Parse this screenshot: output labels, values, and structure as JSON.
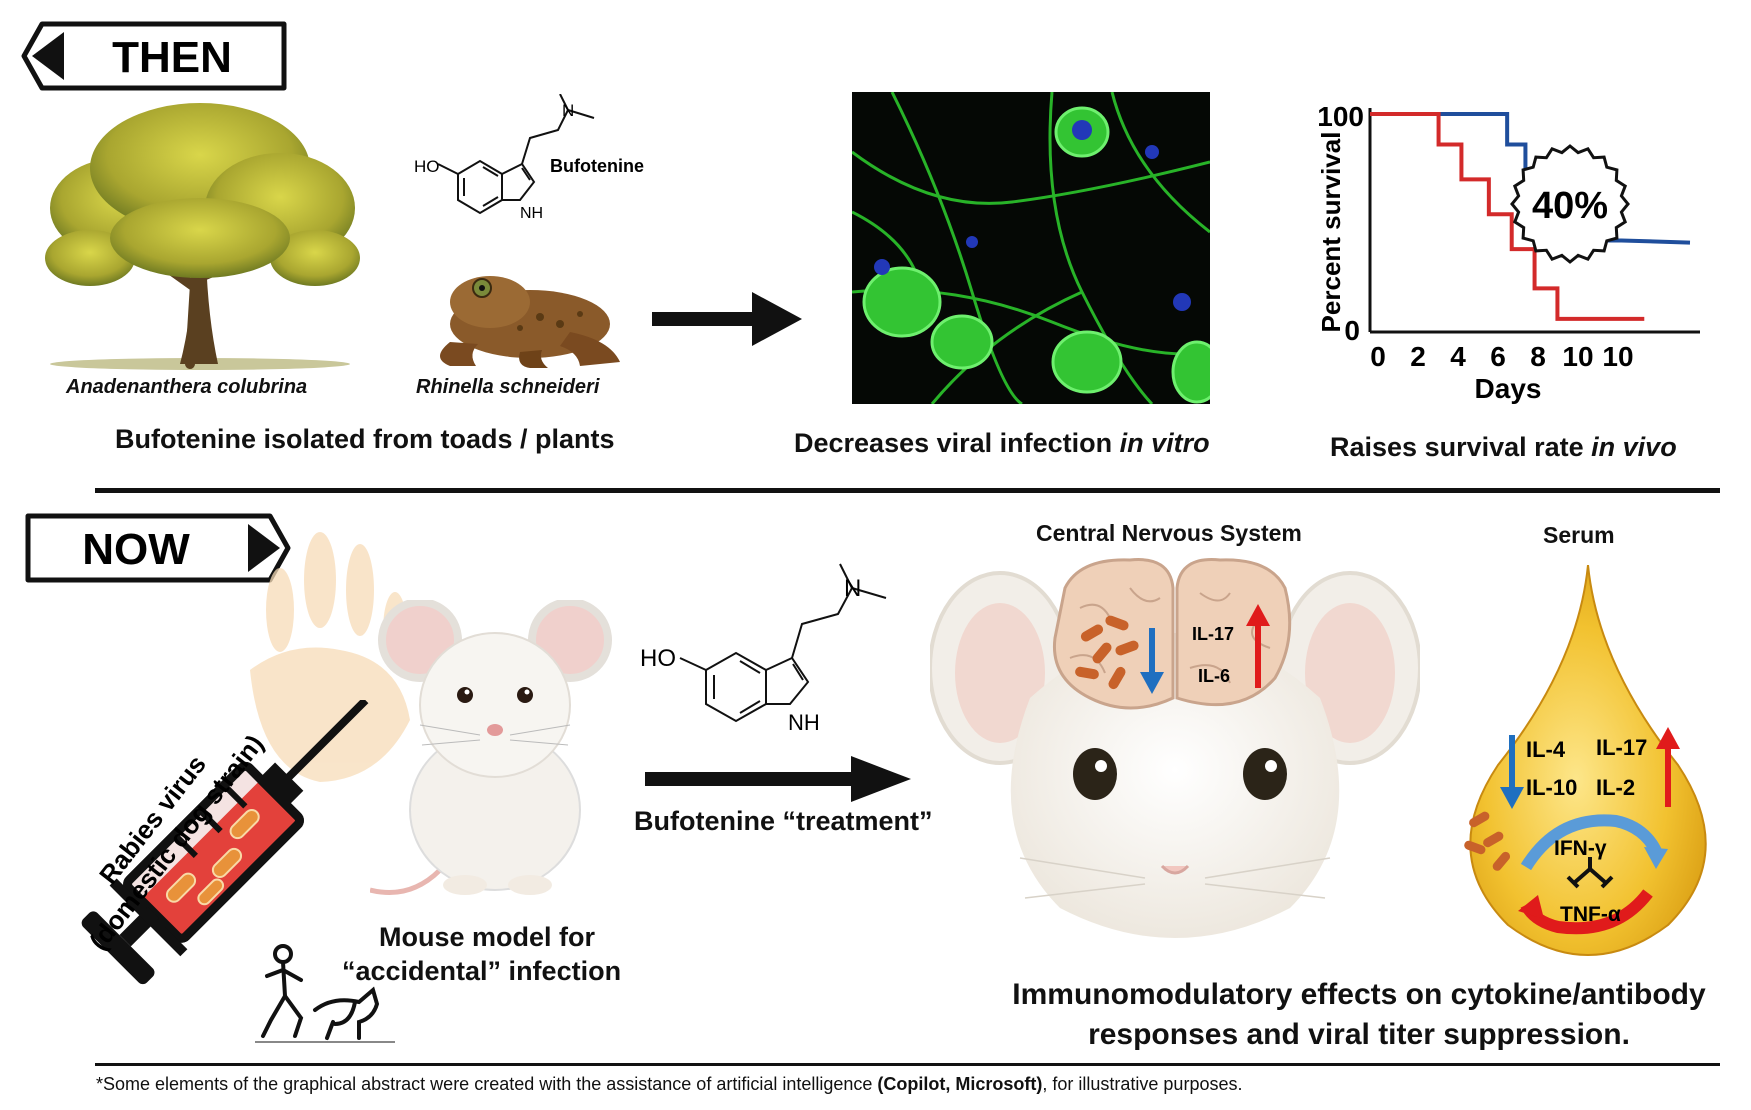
{
  "then": {
    "badge": "THEN",
    "species_tree": "Anadenanthera colubrina",
    "species_toad": "Rhinella schneideri",
    "molecule_label": "Bufotenine",
    "mol_ho": "HO",
    "mol_n": "N",
    "mol_nh": "NH",
    "caption_left": "Bufotenine isolated from toads / plants",
    "caption_mid_a": "Decreases viral infection ",
    "caption_mid_b": "in vitro",
    "caption_right_a": "Raises survival rate ",
    "caption_right_b": "in vivo",
    "chart_data": {
      "type": "line",
      "ylabel": "Percent survival",
      "xlabel": "Days",
      "y_ticks": [
        "0",
        "100"
      ],
      "x_ticks": [
        "0",
        "2",
        "4",
        "6",
        "8",
        "10",
        "10"
      ],
      "xlim": [
        0,
        14
      ],
      "ylim": [
        0,
        100
      ],
      "annotation": "40%",
      "series": [
        {
          "color": "#1f4e9c",
          "x": [
            0,
            6,
            6,
            6.8,
            6.8,
            7.6,
            7.6,
            11,
            14
          ],
          "y": [
            100,
            100,
            86,
            86,
            72,
            72,
            42,
            42,
            41
          ]
        },
        {
          "color": "#d32a2a",
          "x": [
            0,
            3,
            3,
            4,
            4,
            5.2,
            5.2,
            6.2,
            6.2,
            7.2,
            7.2,
            8.2,
            8.2,
            10.5,
            12
          ],
          "y": [
            100,
            100,
            86,
            86,
            70,
            70,
            54,
            54,
            38,
            38,
            20,
            20,
            6,
            6,
            6
          ]
        }
      ]
    }
  },
  "now": {
    "badge": "NOW",
    "syringe_line1": "Rabies virus",
    "syringe_line2": "(domestic dog strain)",
    "mouse_caption_1": "Mouse model for",
    "mouse_caption_2": "“accidental” infection",
    "treatment_label": "Bufotenine “treatment”",
    "mol_ho": "HO",
    "mol_n": "N",
    "mol_nh": "NH",
    "cns_title": "Central Nervous System",
    "cns_il17": "IL-17",
    "cns_il6": "IL-6",
    "serum_title": "Serum",
    "serum_il4": "IL-4",
    "serum_il10": "IL-10",
    "serum_il17": "IL-17",
    "serum_il2": "IL-2",
    "serum_ifn": "IFN-γ",
    "serum_tnf": "TNF-α",
    "effects_1": "Immunomodulatory effects on cytokine/antibody",
    "effects_2": "responses and viral titer suppression."
  },
  "footnote": {
    "a": "*Some elements of the graphical abstract were created with the assistance of artificial intelligence ",
    "b": "(Copilot, Microsoft)",
    "c": ", for illustrative purposes."
  },
  "colors": {
    "up_arrow": "#e01b1b",
    "down_arrow": "#1f6fc0",
    "virus": "#c8622a",
    "serum": "#f2c230",
    "neuron_green": "#2fd12f"
  }
}
